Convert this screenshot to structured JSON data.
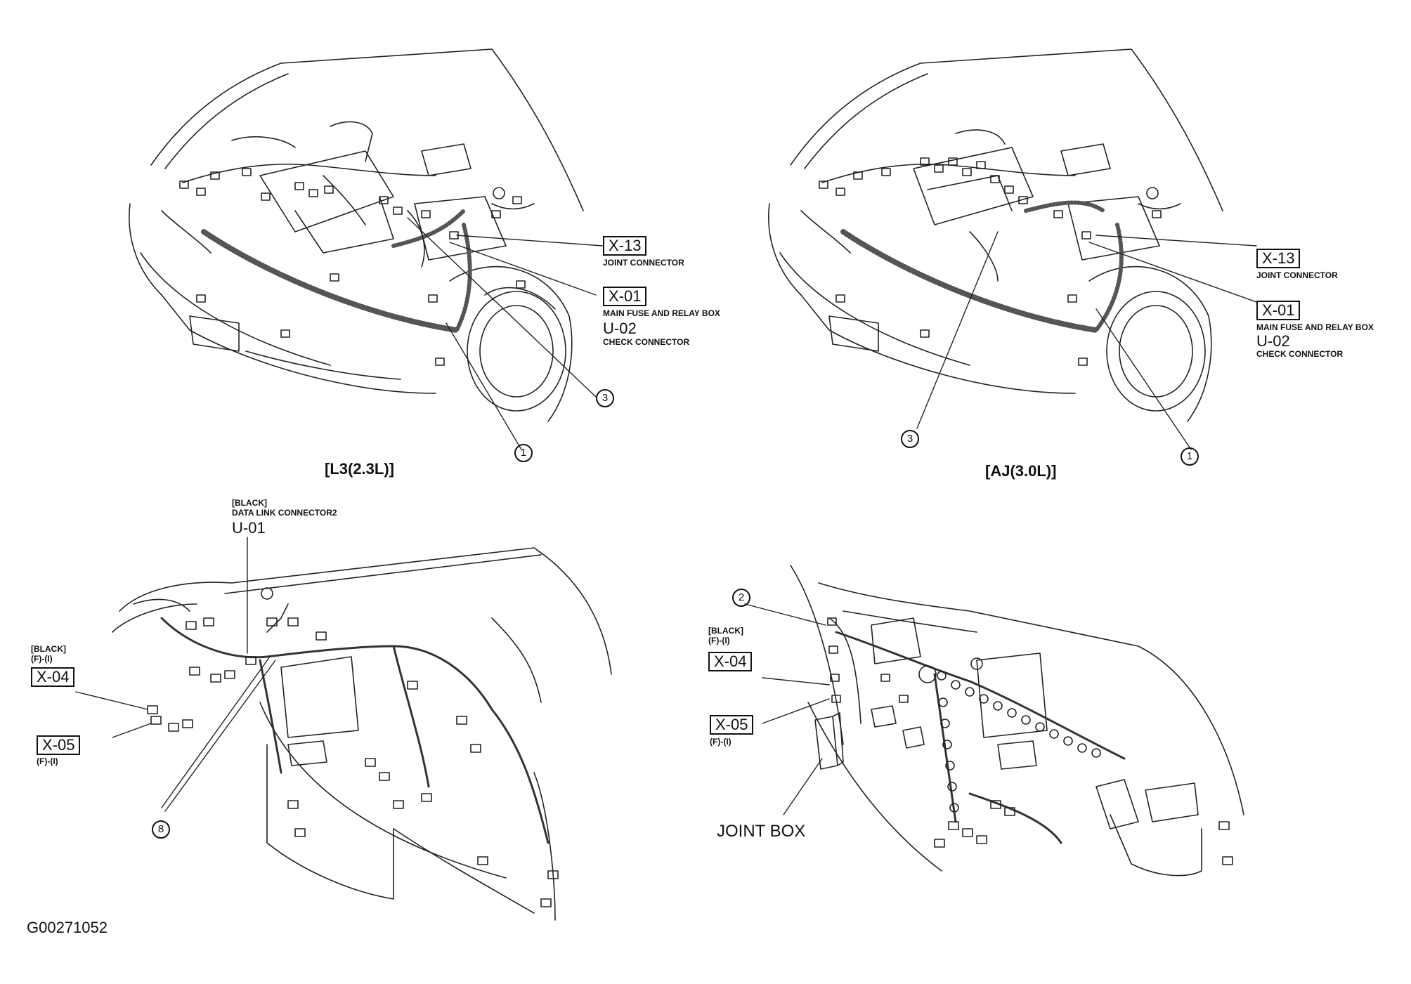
{
  "diagram_id": "G00271052",
  "top_left": {
    "caption": "[L3(2.3L)]",
    "x13_code": "X-13",
    "x13_desc": "JOINT CONNECTOR",
    "x01_code": "X-01",
    "x01_desc": "MAIN FUSE AND RELAY BOX",
    "u02_code": "U-02",
    "u02_desc": "CHECK CONNECTOR",
    "callout_1": "1",
    "callout_3": "3"
  },
  "top_right": {
    "caption": "[AJ(3.0L)]",
    "x13_code": "X-13",
    "x13_desc": "JOINT CONNECTOR",
    "x01_code": "X-01",
    "x01_desc": "MAIN FUSE AND RELAY BOX",
    "u02_code": "U-02",
    "u02_desc": "CHECK CONNECTOR",
    "callout_1": "1",
    "callout_3": "3"
  },
  "bottom_left": {
    "u01_color": "[BLACK]",
    "u01_desc": "DATA LINK CONNECTOR2",
    "u01_code": "U-01",
    "x04_color": "[BLACK]",
    "x04_sub": "(F)-(I)",
    "x04_code": "X-04",
    "x05_code": "X-05",
    "x05_sub": "(F)-(I)",
    "callout_8": "8"
  },
  "bottom_right": {
    "x04_color": "[BLACK]",
    "x04_sub": "(F)-(I)",
    "x04_code": "X-04",
    "x05_code": "X-05",
    "x05_sub": "(F)-(I)",
    "joint_box": "JOINT BOX",
    "callout_2": "2"
  }
}
